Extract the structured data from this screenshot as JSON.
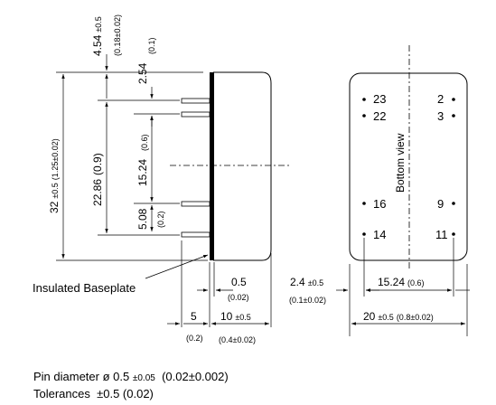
{
  "side_view": {
    "height_total": "32",
    "height_total_tol": "±0.5",
    "height_total_inch": "(1.25±0.02)",
    "pin_span": "22.86",
    "pin_span_inch": "(0.9)",
    "top_offset": "4.54",
    "top_offset_tol": "±0.5",
    "top_offset_inch": "(0.18±0.02)",
    "first_pin": "2.54",
    "first_pin_inch": "(0.1)",
    "pin_pitch": "15.24",
    "pin_pitch_inch": "(0.6)",
    "bottom_pin": "5.08",
    "bottom_pin_inch": "(0.2)",
    "baseplate_label": "Insulated Baseplate",
    "baseplate_thickness": "0.5",
    "baseplate_thickness_inch": "(0.02)",
    "pin_length": "5",
    "pin_length_inch": "(0.2)",
    "body_depth": "10",
    "body_depth_tol": "±0.5",
    "body_depth_inch": "(0.4±0.02)"
  },
  "bottom_view": {
    "title": "Bottom view",
    "pins_left": [
      "23",
      "22",
      "16",
      "14"
    ],
    "pins_right": [
      "2",
      "3",
      "9",
      "11"
    ],
    "edge_offset": "2.4",
    "edge_offset_tol": "±0.5",
    "edge_offset_inch": "(0.1±0.02)",
    "pin_row_spacing": "15.24",
    "pin_row_spacing_inch": "(0.6)",
    "width": "20",
    "width_tol": "±0.5",
    "width_inch": "(0.8±0.02)"
  },
  "notes": {
    "pin_diameter_label": "Pin diameter ø",
    "pin_diameter_value": "0.5",
    "pin_diameter_tol": "±0.05",
    "pin_diameter_inch": "(0.02±0.002)",
    "tolerances_label": "Tolerances",
    "tolerances_value": "±0.5 (0.02)"
  }
}
